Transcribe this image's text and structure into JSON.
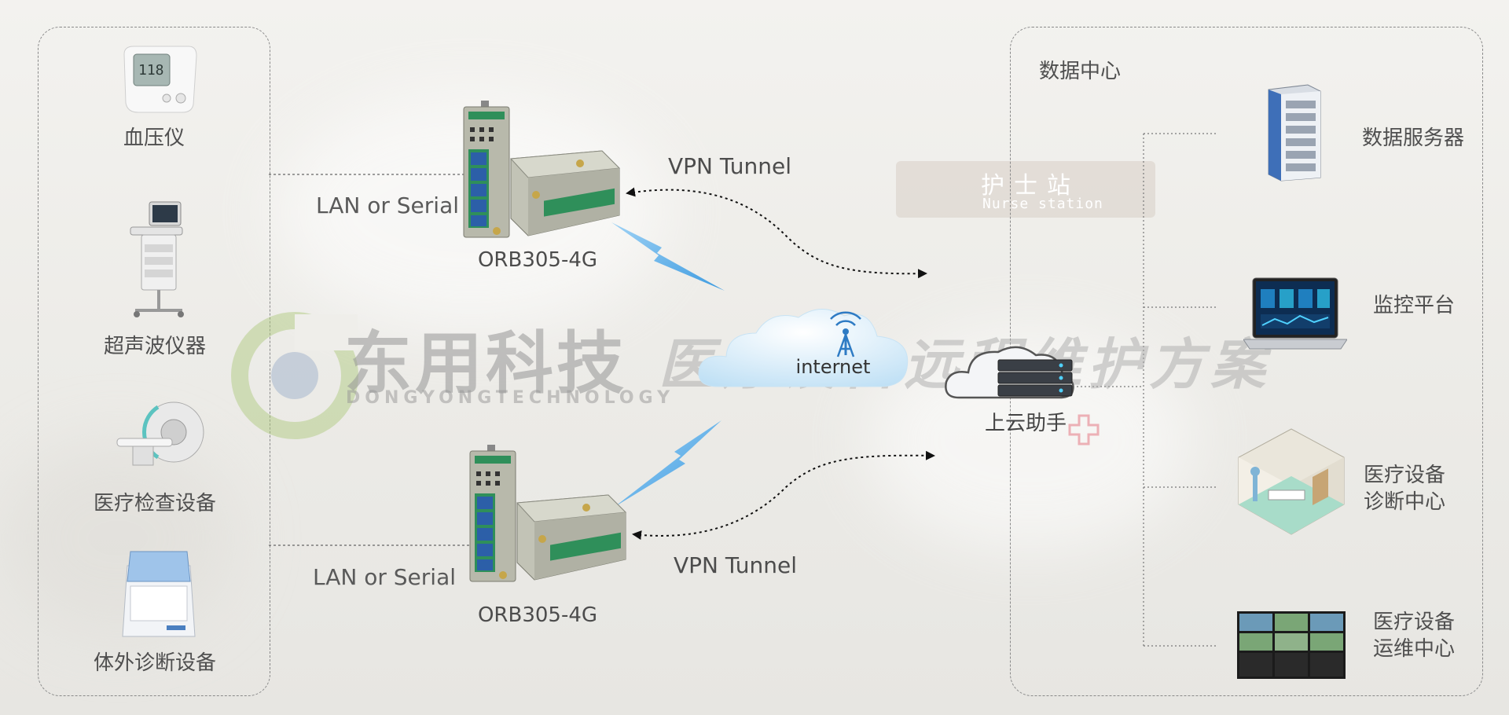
{
  "left_group": {
    "devices": [
      {
        "label": "血压仪",
        "icon": "blood-pressure-monitor-icon"
      },
      {
        "label": "超声波仪器",
        "icon": "ultrasound-machine-icon"
      },
      {
        "label": "医疗检查设备",
        "icon": "mri-scanner-icon"
      },
      {
        "label": "体外诊断设备",
        "icon": "in-vitro-diagnostic-analyzer-icon"
      }
    ]
  },
  "routers": [
    {
      "model": "ORB305-4G",
      "link_label": "LAN or Serial",
      "tunnel_label": "VPN Tunnel"
    },
    {
      "model": "ORB305-4G",
      "link_label": "LAN or Serial",
      "tunnel_label": "VPN Tunnel"
    }
  ],
  "internet": {
    "label": "internet",
    "icon": "cloud-antenna-icon"
  },
  "cloud_assistant": {
    "label": "上云助手",
    "icon": "cloud-server-icon"
  },
  "data_center": {
    "title": "数据中心",
    "items": [
      {
        "label": "数据服务器",
        "icon": "server-rack-icon"
      },
      {
        "label": "监控平台",
        "icon": "laptop-dashboard-icon"
      },
      {
        "label": "医疗设备\n诊断中心",
        "line1": "医疗设备",
        "line2": "诊断中心",
        "icon": "diagnosis-room-icon"
      },
      {
        "label": "医疗设备\n运维中心",
        "line1": "医疗设备",
        "line2": "运维中心",
        "icon": "video-wall-icon"
      }
    ]
  },
  "background_sign": {
    "cn": "护士站",
    "en": "Nurse station"
  },
  "watermark": {
    "brand_cn": "东用科技",
    "brand_en": "DONGYONGTECHNOLOGY",
    "slogan": "医疗设备远程维护方案"
  },
  "colors": {
    "lightning": "#4aa8e8",
    "router_green": "#2f8f5a",
    "port_blue": "#2c5fa8",
    "dashed_line": "#555555"
  }
}
